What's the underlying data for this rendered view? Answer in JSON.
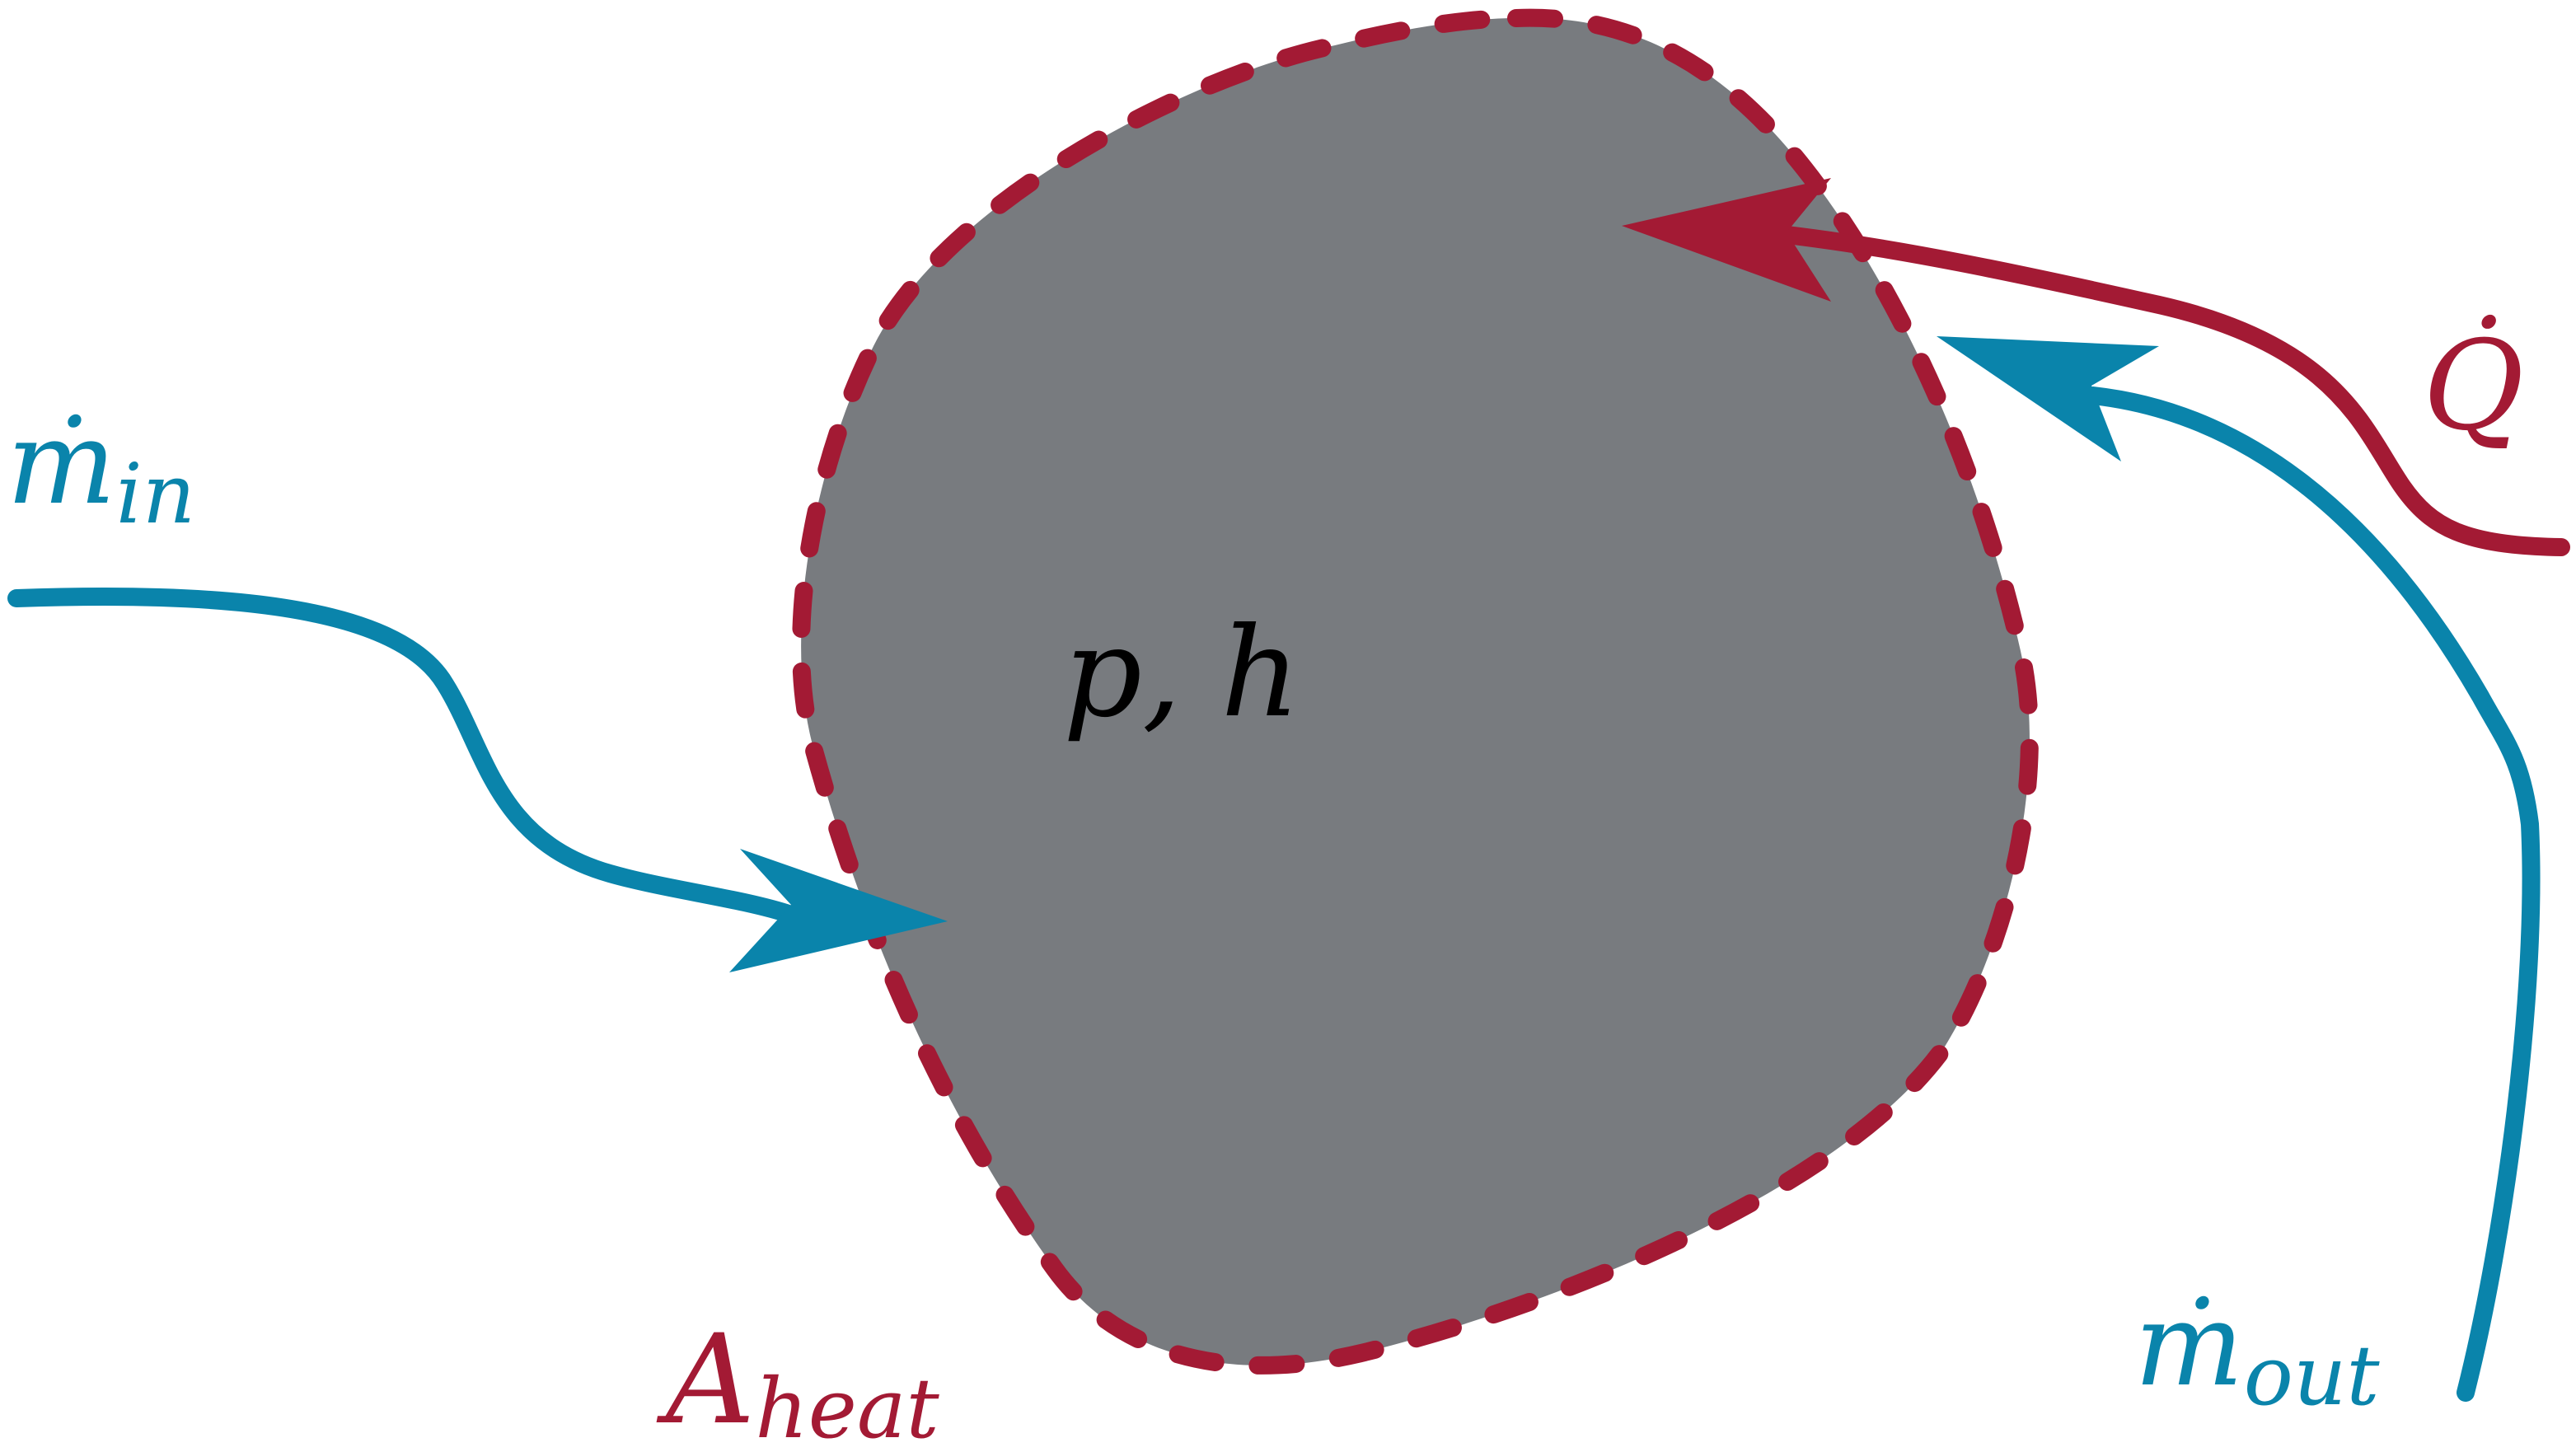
{
  "labels": {
    "state_vars": "p, h",
    "mass_in_symbol": "ṁ",
    "mass_in_subscript": "in",
    "mass_out_symbol": "ṁ",
    "mass_out_subscript": "out",
    "heat_flow_symbol": "Q̇",
    "heat_area_symbol": "A",
    "heat_area_subscript": "heat"
  },
  "colors": {
    "volume_fill": "#787b7f",
    "boundary": "#a31a34",
    "mass_flow": "#0a84ab",
    "heat_flow": "#a31a34",
    "text": "#000000"
  }
}
